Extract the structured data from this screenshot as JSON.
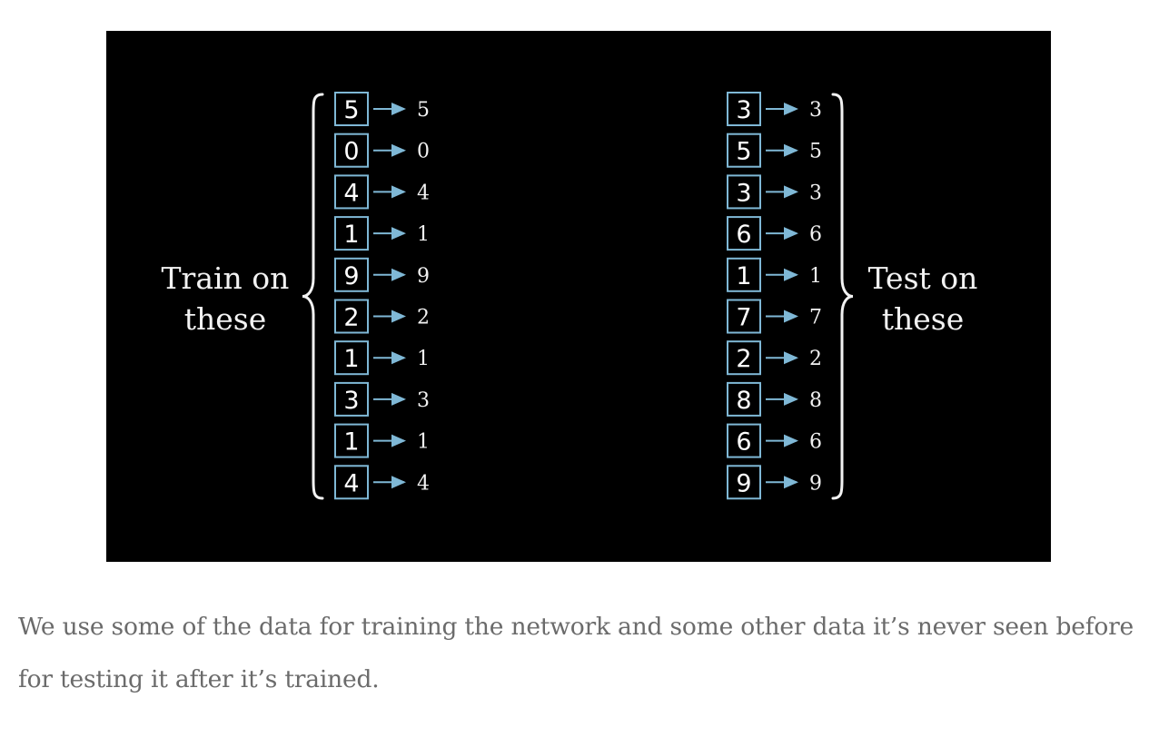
{
  "diagram": {
    "train_label": [
      "Train on",
      "these"
    ],
    "test_label": [
      "Test on",
      "these"
    ],
    "train_samples": [
      {
        "image_digit": "5",
        "label": "5"
      },
      {
        "image_digit": "0",
        "label": "0"
      },
      {
        "image_digit": "4",
        "label": "4"
      },
      {
        "image_digit": "1",
        "label": "1"
      },
      {
        "image_digit": "9",
        "label": "9"
      },
      {
        "image_digit": "2",
        "label": "2"
      },
      {
        "image_digit": "1",
        "label": "1"
      },
      {
        "image_digit": "3",
        "label": "3"
      },
      {
        "image_digit": "1",
        "label": "1"
      },
      {
        "image_digit": "4",
        "label": "4"
      }
    ],
    "test_samples": [
      {
        "image_digit": "3",
        "label": "3"
      },
      {
        "image_digit": "5",
        "label": "5"
      },
      {
        "image_digit": "3",
        "label": "3"
      },
      {
        "image_digit": "6",
        "label": "6"
      },
      {
        "image_digit": "1",
        "label": "1"
      },
      {
        "image_digit": "7",
        "label": "7"
      },
      {
        "image_digit": "2",
        "label": "2"
      },
      {
        "image_digit": "8",
        "label": "8"
      },
      {
        "image_digit": "6",
        "label": "6"
      },
      {
        "image_digit": "9",
        "label": "9"
      }
    ],
    "colors": {
      "background": "#000000",
      "box_border": "#7fb8d6",
      "arrow": "#7fb8d6",
      "text": "#f2f2f2",
      "brace": "#f2f2f2"
    }
  },
  "caption": "We use some of the data for training the network and some other data it’s never seen before for testing it after it’s trained."
}
